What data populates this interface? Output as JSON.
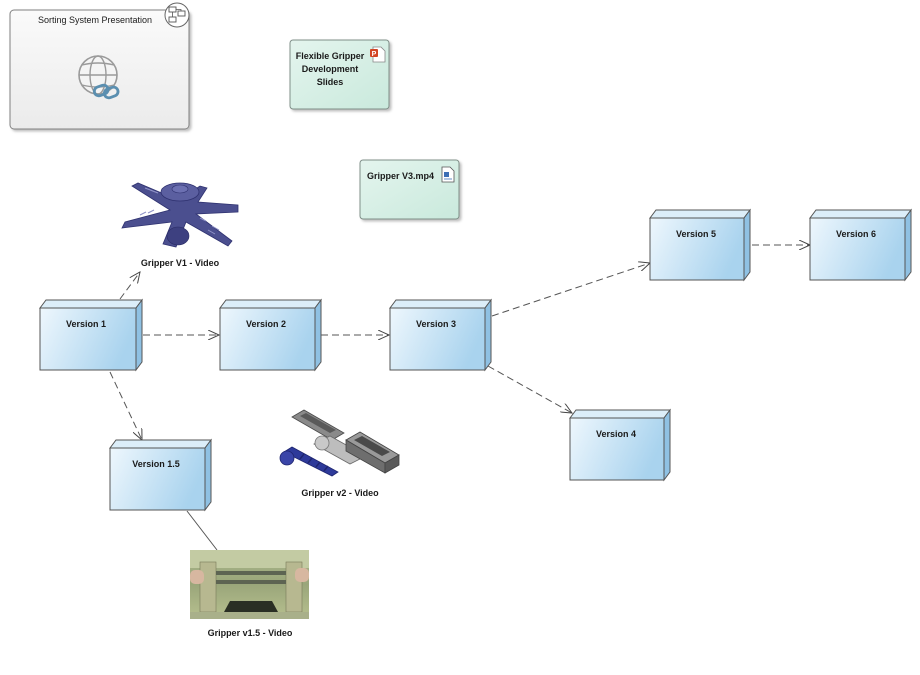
{
  "package": {
    "title": "Sorting System Presentation",
    "icon": "globe-link-icon",
    "corner_icon": "diagram-link-icon"
  },
  "documents": {
    "slides": {
      "lines": [
        "Flexible Gripper",
        "Development",
        "Slides"
      ],
      "icon": "powerpoint-icon"
    },
    "video": {
      "label": "Gripper V3.mp4",
      "icon": "document-icon"
    }
  },
  "nodes": {
    "v1": "Version 1",
    "v1_5": "Version 1.5",
    "v2": "Version 2",
    "v3": "Version 3",
    "v4": "Version 4",
    "v5": "Version 5",
    "v6": "Version 6"
  },
  "media": {
    "gv1": "Gripper V1 - Video",
    "gv2": "Gripper v2 - Video",
    "gv15": "Gripper v1.5 - Video"
  },
  "colors": {
    "node_fill_light": "#eaf5fc",
    "node_fill_dark": "#a9d3ee",
    "doc_fill": "#d7efe6",
    "package_fill": "#f2f2f2",
    "gripper_blue": "#4b4f8f"
  }
}
